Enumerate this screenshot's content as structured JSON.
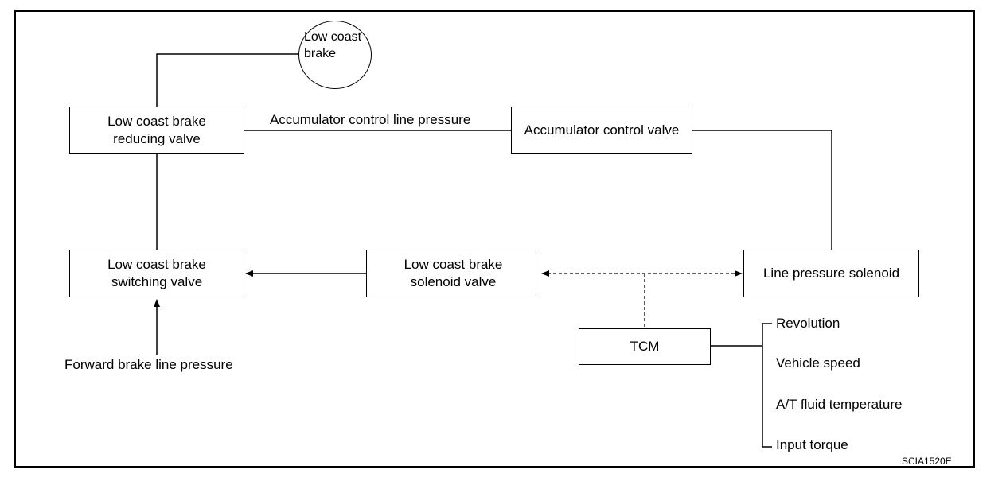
{
  "nodes": {
    "low_coast_brake_circle": "Low coast\nbrake",
    "reducing_valve": "Low coast brake\nreducing valve",
    "accumulator_control_valve": "Accumulator control valve",
    "switching_valve": "Low coast brake\nswitching valve",
    "solenoid_valve": "Low coast brake\nsolenoid valve",
    "line_pressure_solenoid": "Line pressure solenoid",
    "tcm": "TCM"
  },
  "labels": {
    "accumulator_line": "Accumulator control line pressure",
    "forward_brake": "Forward brake line pressure"
  },
  "tcm_inputs": [
    "Revolution",
    "Vehicle speed",
    "A/T fluid temperature",
    "Input torque"
  ],
  "figure_code": "SCIA1520E"
}
